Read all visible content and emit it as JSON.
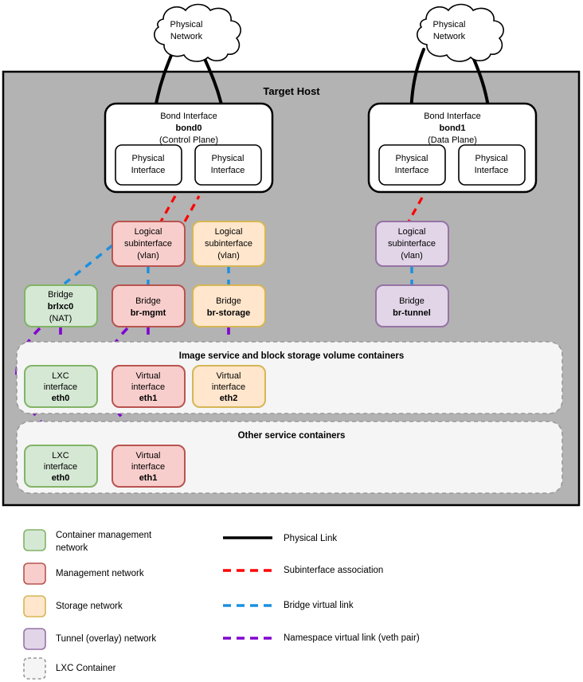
{
  "diagram": {
    "title": "Target Host",
    "clouds": [
      {
        "id": "cloud-left",
        "line1": "Physical",
        "line2": "Network"
      },
      {
        "id": "cloud-right",
        "line1": "Physical",
        "line2": "Network"
      }
    ],
    "bonds": [
      {
        "id": "bond0",
        "line1": "Bond Interface",
        "name": "bond0",
        "line3": "(Control Plane)",
        "ports": [
          {
            "line1": "Physical",
            "line2": "Interface"
          },
          {
            "line1": "Physical",
            "line2": "Interface"
          }
        ]
      },
      {
        "id": "bond1",
        "line1": "Bond Interface",
        "name": "bond1",
        "line3": "(Data Plane)",
        "ports": [
          {
            "line1": "Physical",
            "line2": "Interface"
          },
          {
            "line1": "Physical",
            "line2": "Interface"
          }
        ]
      }
    ],
    "subinterfaces": [
      {
        "id": "subif-mgmt",
        "line1": "Logical",
        "line2": "subinterface",
        "line3": "(vlan)",
        "color": "management"
      },
      {
        "id": "subif-storage",
        "line1": "Logical",
        "line2": "subinterface",
        "line3": "(vlan)",
        "color": "storage"
      },
      {
        "id": "subif-tunnel",
        "line1": "Logical",
        "line2": "subinterface",
        "line3": "(vlan)",
        "color": "tunnel"
      }
    ],
    "bridges": [
      {
        "id": "bridge-brlxc0",
        "line1": "Bridge",
        "name": "brlxc0",
        "line3": "(NAT)",
        "color": "container-mgmt"
      },
      {
        "id": "bridge-br-mgmt",
        "line1": "Bridge",
        "name": "br-mgmt",
        "line3": "",
        "color": "management"
      },
      {
        "id": "bridge-br-storage",
        "line1": "Bridge",
        "name": "br-storage",
        "line3": "",
        "color": "storage"
      },
      {
        "id": "bridge-br-tunnel",
        "line1": "Bridge",
        "name": "br-tunnel",
        "line3": "",
        "color": "tunnel"
      }
    ],
    "containers": [
      {
        "id": "container-image-block",
        "title": "Image service and block storage volume containers",
        "interfaces": [
          {
            "id": "iface-eth0-a",
            "line1": "LXC",
            "line2": "interface",
            "name": "eth0",
            "color": "container-mgmt"
          },
          {
            "id": "iface-eth1-a",
            "line1": "Virtual",
            "line2": "interface",
            "name": "eth1",
            "color": "management"
          },
          {
            "id": "iface-eth2-a",
            "line1": "Virtual",
            "line2": "interface",
            "name": "eth2",
            "color": "storage"
          }
        ]
      },
      {
        "id": "container-other",
        "title": "Other service containers",
        "interfaces": [
          {
            "id": "iface-eth0-b",
            "line1": "LXC",
            "line2": "interface",
            "name": "eth0",
            "color": "container-mgmt"
          },
          {
            "id": "iface-eth1-b",
            "line1": "Virtual",
            "line2": "interface",
            "name": "eth1",
            "color": "management"
          }
        ]
      }
    ]
  },
  "legend": {
    "swatches": [
      {
        "id": "legend-container-mgmt",
        "label": "Container management network",
        "fill": "#d5e8d4",
        "stroke": "#82b366",
        "dashed": false
      },
      {
        "id": "legend-management",
        "label": "Management network",
        "fill": "#f8cecc",
        "stroke": "#b85450",
        "dashed": false
      },
      {
        "id": "legend-storage",
        "label": "Storage network",
        "fill": "#ffe6cc",
        "stroke": "#d6b656",
        "dashed": false
      },
      {
        "id": "legend-tunnel",
        "label": "Tunnel (overlay) network",
        "fill": "#e1d5e7",
        "stroke": "#9673a6",
        "dashed": false
      },
      {
        "id": "legend-lxc-container",
        "label": "LXC Container",
        "fill": "#f5f5f5",
        "stroke": "#999999",
        "dashed": true
      }
    ],
    "lines": [
      {
        "id": "legend-physical-link",
        "label": "Physical Link",
        "color": "#000000",
        "dash": "none"
      },
      {
        "id": "legend-subinterface-association",
        "label": "Subinterface association",
        "color": "#ff0000",
        "dash": "dashed"
      },
      {
        "id": "legend-bridge-virtual-link",
        "label": "Bridge virtual link",
        "color": "#1a90e0",
        "dash": "dashed"
      },
      {
        "id": "legend-namespace-virtual-link",
        "label": "Namespace virtual link (veth pair)",
        "color": "#8000d0",
        "dash": "dashed"
      }
    ]
  },
  "colors": {
    "host_fill": "#b3b3b3",
    "host_stroke": "#000000",
    "container_fill": "#f5f5f5",
    "container_stroke": "#999999",
    "white": "#ffffff",
    "black": "#000000",
    "container-mgmt_fill": "#d5e8d4",
    "container-mgmt_stroke": "#82b366",
    "management_fill": "#f8cecc",
    "management_stroke": "#b85450",
    "storage_fill": "#ffe6cc",
    "storage_stroke": "#d6b656",
    "tunnel_fill": "#e1d5e7",
    "tunnel_stroke": "#9673a6",
    "red": "#ff0000",
    "blue": "#1a90e0",
    "purple": "#8000d0"
  }
}
